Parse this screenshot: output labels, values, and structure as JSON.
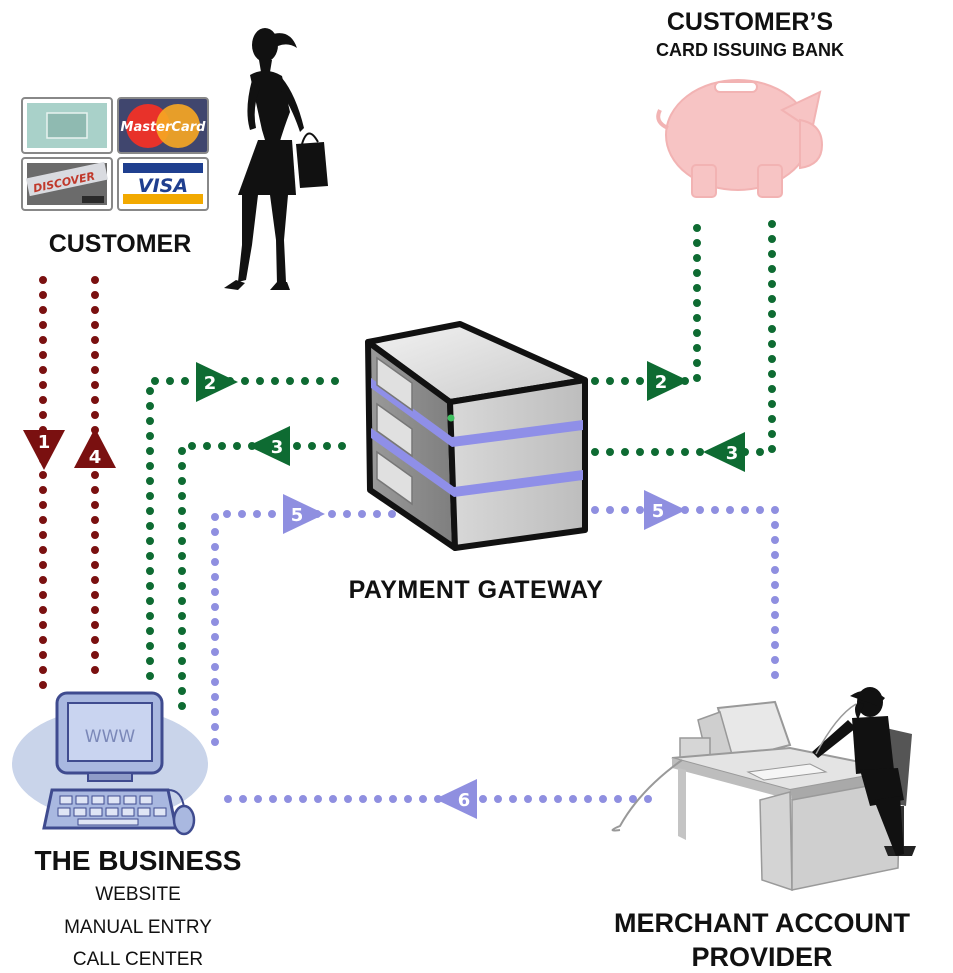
{
  "labels": {
    "customer": "CUSTOMER",
    "issuer_line1": "CUSTOMER’S",
    "issuer_line2": "CARD ISSUING BANK",
    "gateway": "PAYMENT GATEWAY",
    "business": "THE BUSINESS",
    "business_sub1": "WEBSITE",
    "business_sub2": "MANUAL ENTRY",
    "business_sub3": "CALL CENTER",
    "merchant_line1": "MERCHANT ACCOUNT",
    "merchant_line2": "PROVIDER",
    "screen_text": "WWW"
  },
  "cards": {
    "mastercard": "MasterCard",
    "discover": "DISCOVER",
    "visa": "VISA"
  },
  "steps": {
    "s1": "1",
    "s2": "2",
    "s3": "3",
    "s4": "4",
    "s5": "5",
    "s6": "6"
  },
  "colors": {
    "customer_flow": "#7a1010",
    "issuer_flow": "#0e6b32",
    "merchant_flow": "#8f8fe0",
    "piggy_bank": "#f7c4c4",
    "gateway_stripe": "#8f8fe8"
  }
}
